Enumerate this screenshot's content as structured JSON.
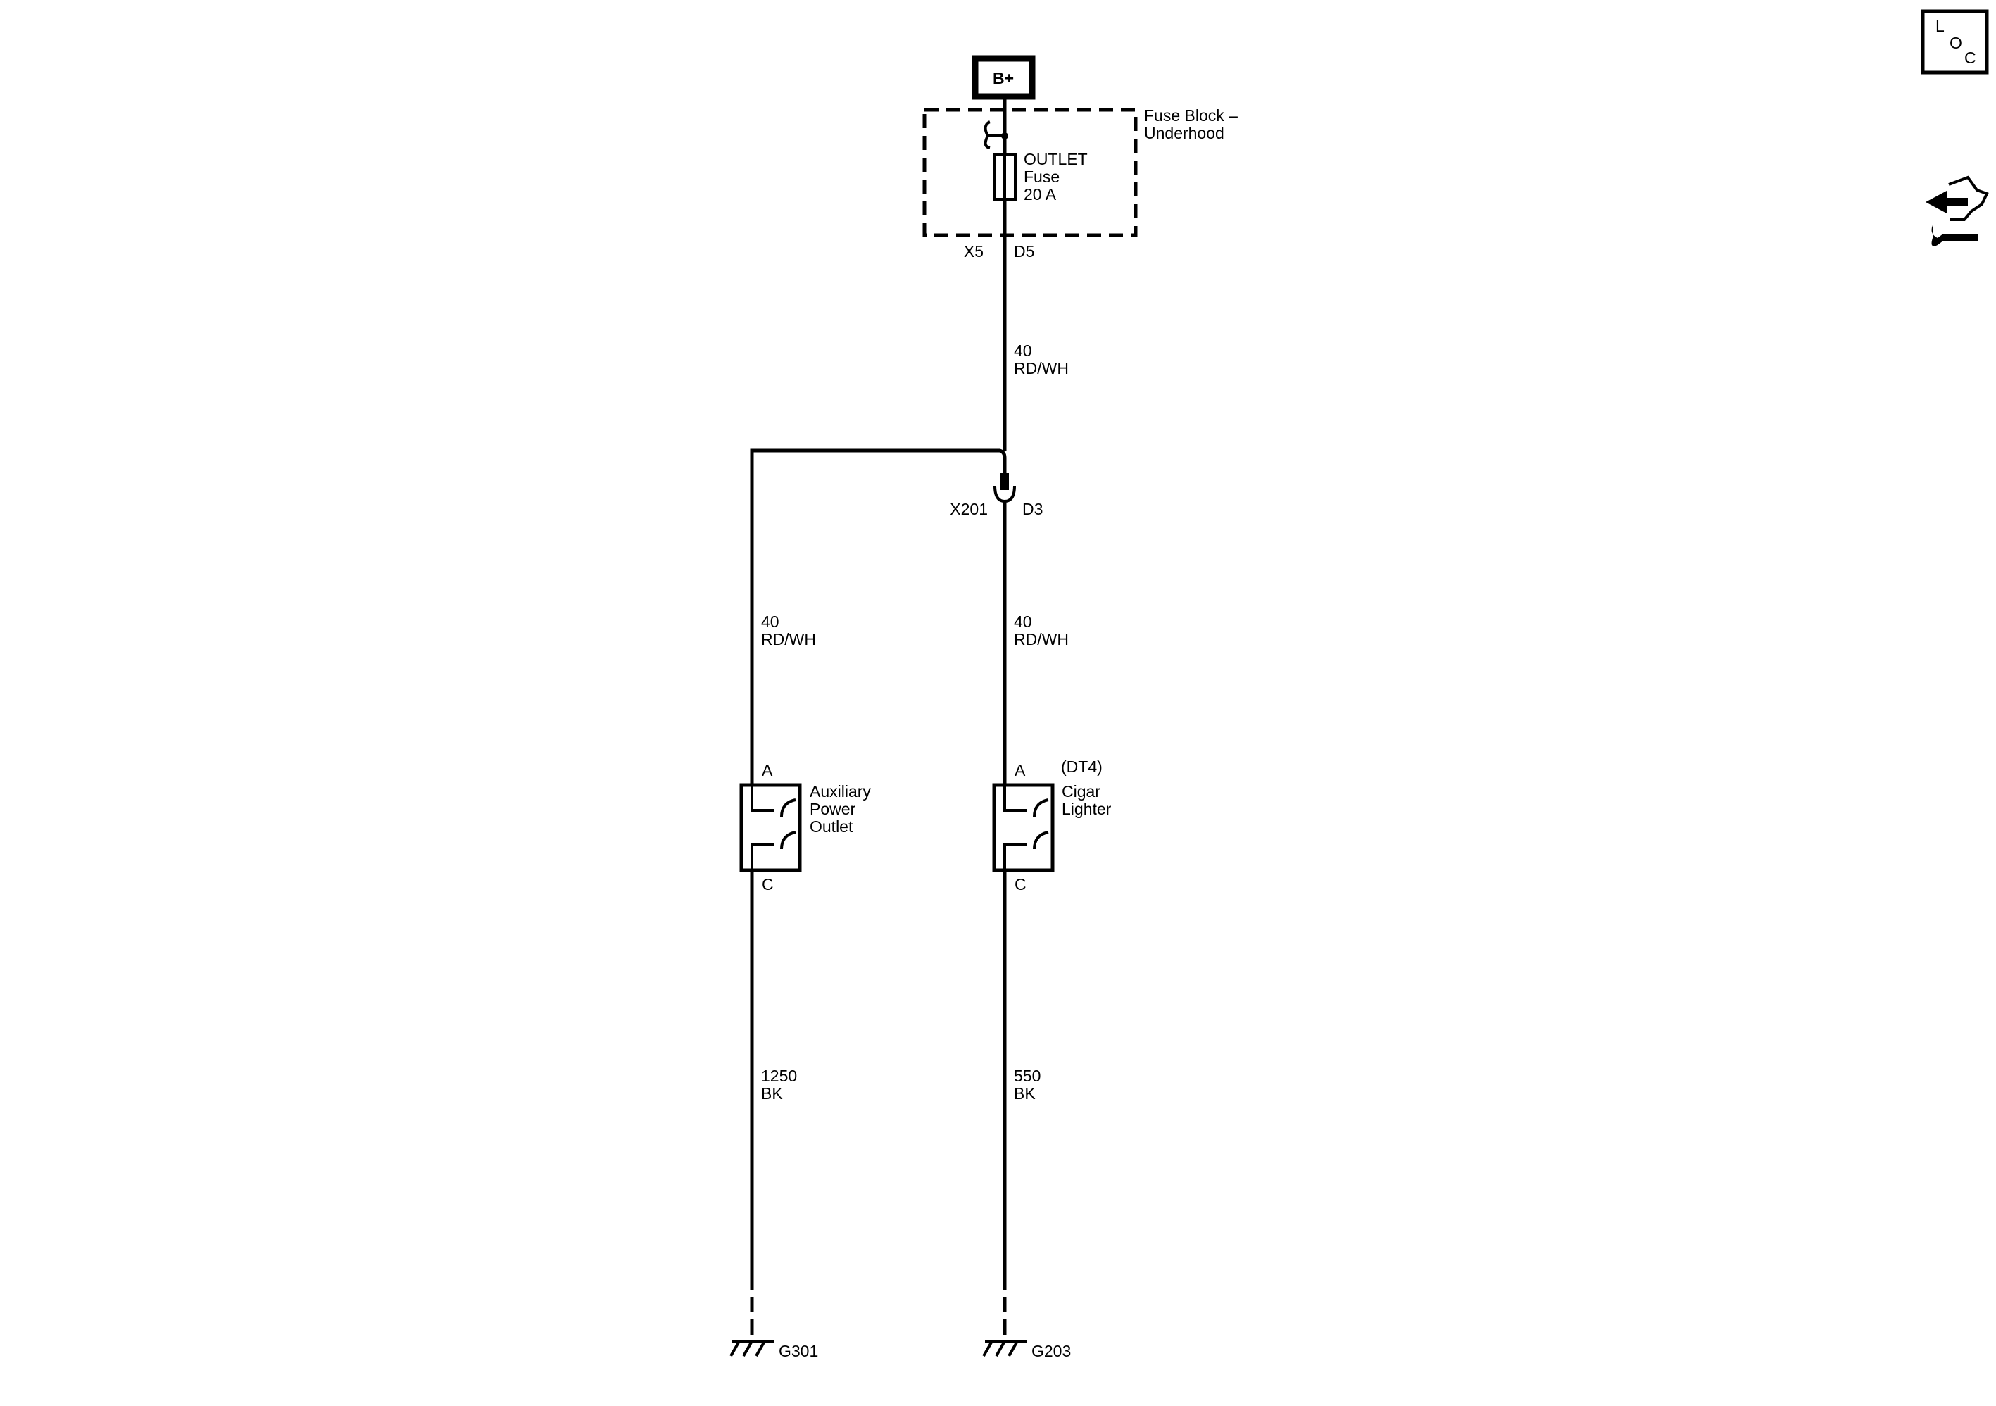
{
  "power_source": {
    "label": "B+"
  },
  "fuse_block": {
    "label_line1": "Fuse Block –",
    "label_line2": "Underhood"
  },
  "fuse": {
    "name": "OUTLET",
    "type": "Fuse",
    "rating": "20 A",
    "connector": "X5",
    "pin": "D5"
  },
  "wire_main": {
    "gauge": "40",
    "color": "RD/WH"
  },
  "inline_connector": {
    "connector": "X201",
    "pin": "D3"
  },
  "branch_left": {
    "wire_feed": {
      "gauge": "40",
      "color": "RD/WH"
    },
    "component": {
      "line1": "Auxiliary",
      "line2": "Power",
      "line3": "Outlet",
      "pin_a": "A",
      "pin_c": "C"
    },
    "wire_ground": {
      "gauge": "1250",
      "color": "BK"
    },
    "ground": "G301"
  },
  "branch_right": {
    "wire_feed": {
      "gauge": "40",
      "color": "RD/WH"
    },
    "component": {
      "option": "(DT4)",
      "line1": "Cigar",
      "line2": "Lighter",
      "pin_a": "A",
      "pin_c": "C"
    },
    "wire_ground": {
      "gauge": "550",
      "color": "BK"
    },
    "ground": "G203"
  },
  "loc_icon": {
    "letters": [
      "L",
      "O",
      "C"
    ],
    "icon": "location-icon"
  },
  "service_icon": {
    "icon": "service-info-icon"
  }
}
